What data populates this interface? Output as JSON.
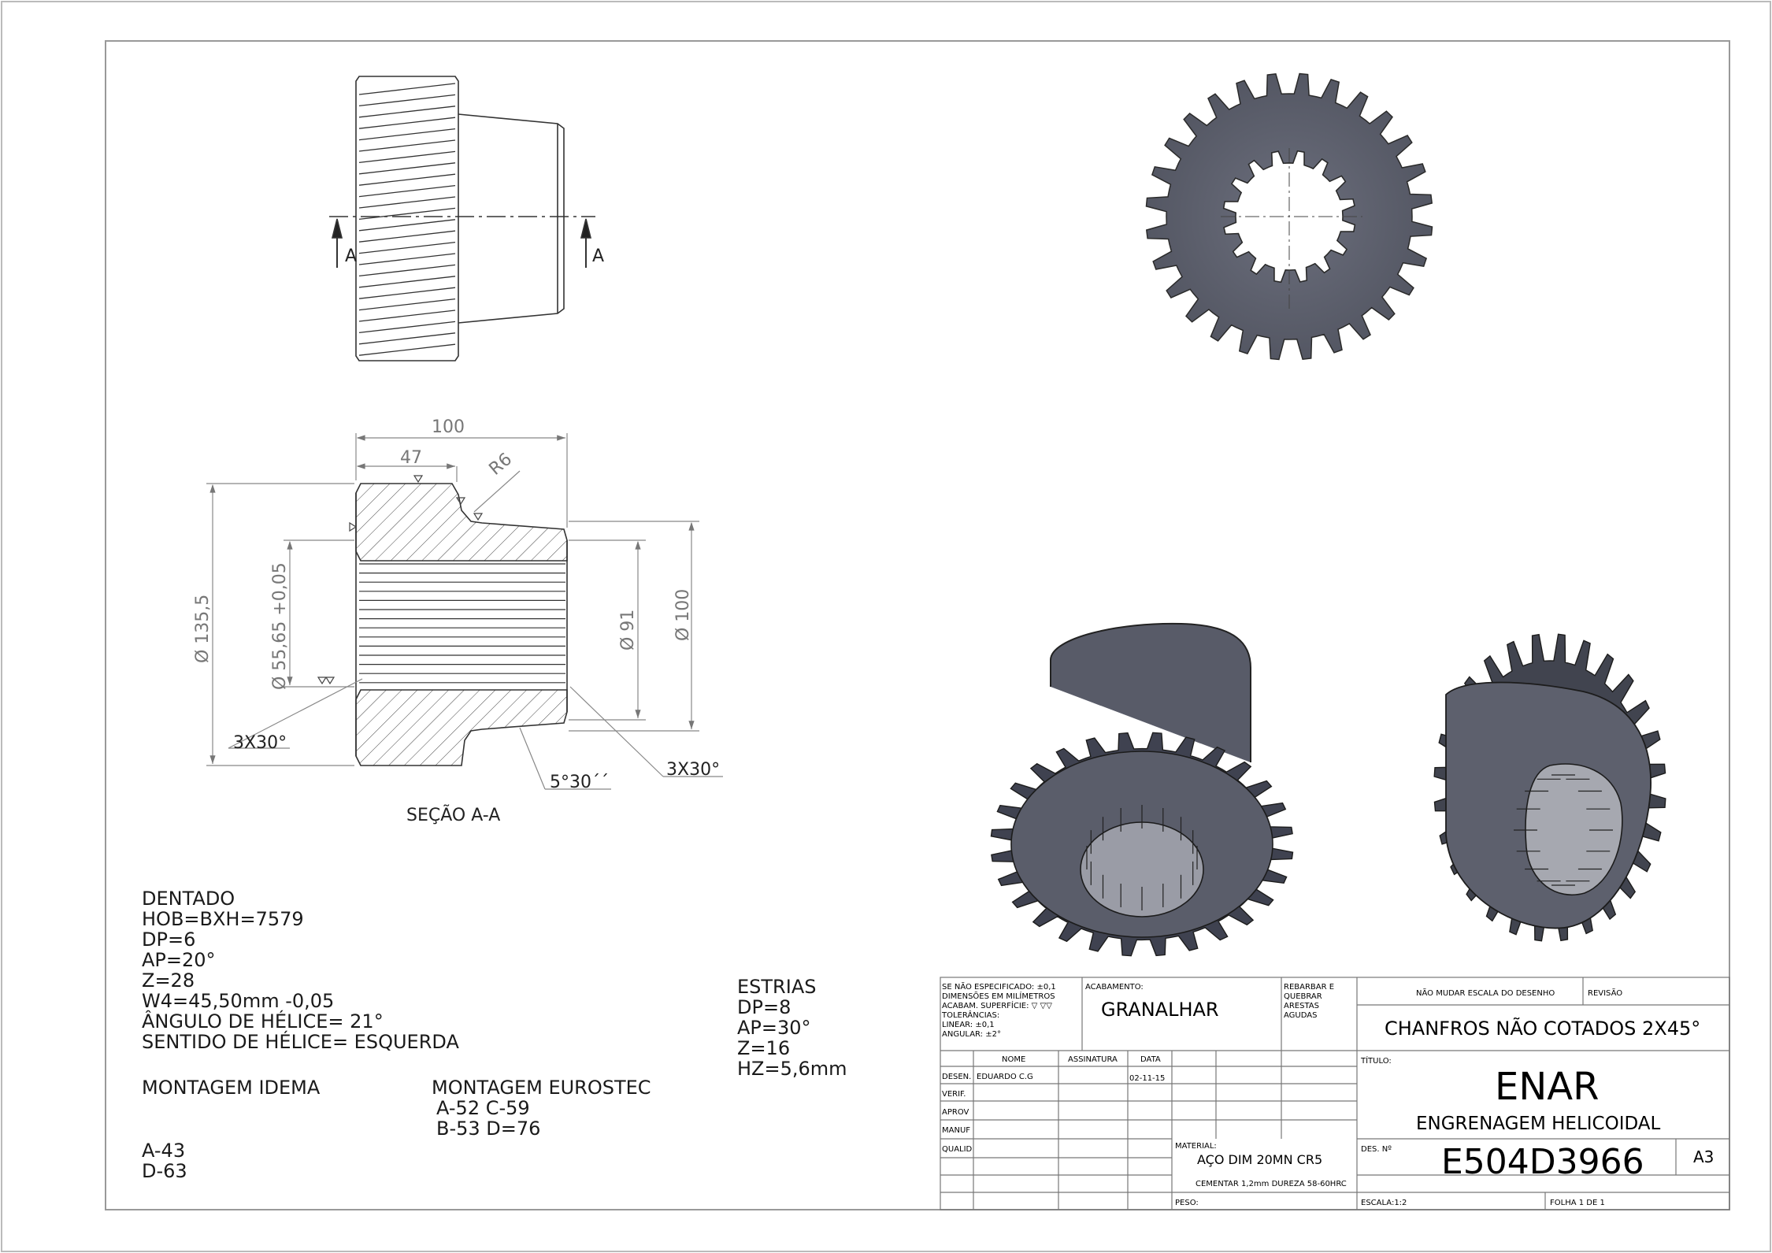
{
  "views": {
    "section_label": "SEÇÃO A-A",
    "section_arrow_letter": "A",
    "dims": {
      "total_length": "100",
      "hub_length": "47",
      "radius": "R6",
      "outer_diameter": "Ø 135,5",
      "bore_diameter": "Ø 55,65  +0,05",
      "hub_inner_diameter": "Ø 91",
      "hub_outer_diameter": "Ø 100",
      "chamfer_left": "3X30°",
      "chamfer_right": "3X30°",
      "taper_angle": "5°30´´"
    }
  },
  "notes": {
    "dentado": [
      "DENTADO",
      "HOB=BXH=7579",
      "DP=6",
      "AP=20°",
      "Z=28",
      "W4=45,50mm  -0,05",
      "ÂNGULO DE HÉLICE=  21°",
      "SENTIDO DE HÉLICE=  ESQUERDA"
    ],
    "montagem_idema": "MONTAGEM  IDEMA",
    "montagem_eurostec": "MONTAGEM  EUROSTEC",
    "eurostec_values": [
      "A-52       C-59",
      "B-53        D=76"
    ],
    "idema_values": [
      "A-43",
      "D-63"
    ],
    "estrias": [
      "ESTRIAS",
      "DP=8",
      "AP=30°",
      "Z=16",
      "HZ=5,6mm"
    ]
  },
  "title_block": {
    "tolerances": [
      "SE NÃO ESPECIFICADO: ±0,1",
      "DIMENSÕES EM MILÍMETROS",
      "ACABAM. SUPERFÍCIE:  ▽  ▽▽",
      "TOLERÂNCIAS:",
      "  LINEAR: ±0,1",
      "  ANGULAR: ±2°"
    ],
    "acabamento_label": "ACABAMENTO:",
    "acabamento_value": "GRANALHAR",
    "rebarbar": [
      "REBARBAR E",
      "QUEBRAR",
      "ARESTAS",
      "AGUDAS"
    ],
    "nao_mudar": "NÃO MUDAR ESCALA DO DESENHO",
    "revisao": "REVISÃO",
    "chanfros": "CHANFROS NÃO COTADOS 2X45°",
    "col_nome": "NOME",
    "col_assinatura": "ASSINATURA",
    "col_data": "DATA",
    "rows": [
      "DESEN.",
      "VERIF.",
      "APROV",
      "MANUF",
      "QUALID"
    ],
    "desen_name": "EDUARDO C.G",
    "desen_date": "02-11-15",
    "titulo_label": "TÍTULO:",
    "company": "ENAR",
    "part_name": "ENGRENAGEM  HELICOIDAL",
    "material_label": "MATERIAL:",
    "material_value": "AÇO DIM 20MN CR5",
    "treatment": "CEMENTAR 1,2mm DUREZA 58-60HRC",
    "des_no_label": "DES. Nº",
    "drawing_number": "E504D3966",
    "sheet_size": "A3",
    "peso_label": "PESO:",
    "escala": "ESCALA:1:2",
    "folha": "FOLHA 1 DE 1"
  },
  "colors": {
    "line": "#333333",
    "dim": "#7a7a7a",
    "gear_fill": "#5f6270",
    "gear_dark": "#2f313a",
    "gear_light": "#8a8d99"
  }
}
